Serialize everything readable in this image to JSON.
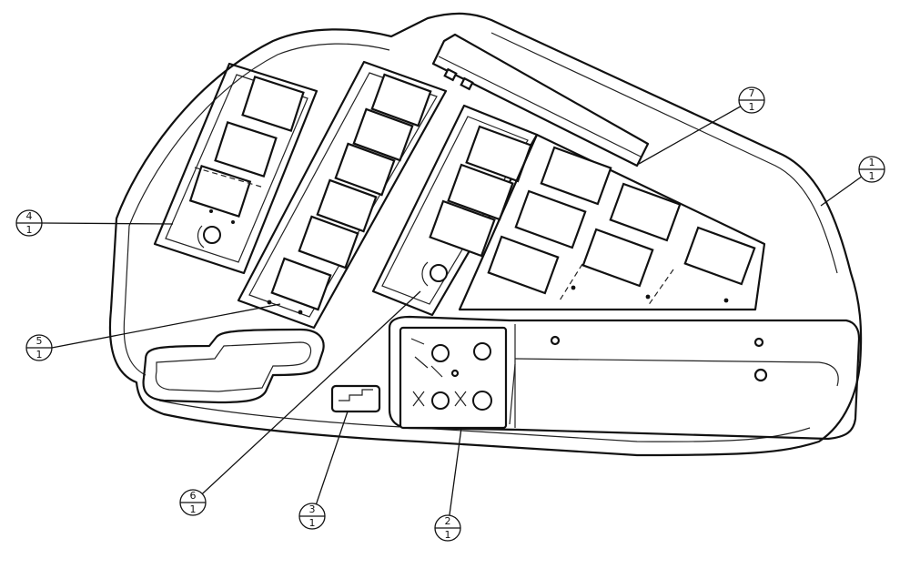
{
  "callouts": [
    {
      "id": "1",
      "num": "1",
      "den": "1",
      "target": "housing"
    },
    {
      "id": "2",
      "num": "2",
      "den": "1",
      "target": "aux-control-panel"
    },
    {
      "id": "3",
      "num": "3",
      "den": "1",
      "target": "small-label-plate"
    },
    {
      "id": "4",
      "num": "4",
      "den": "1",
      "target": "left-switch-module"
    },
    {
      "id": "5",
      "num": "5",
      "den": "1",
      "target": "center-switch-column"
    },
    {
      "id": "6",
      "num": "6",
      "den": "1",
      "target": "right-switch-module"
    },
    {
      "id": "7",
      "num": "7",
      "den": "1",
      "target": "switch-array"
    }
  ]
}
